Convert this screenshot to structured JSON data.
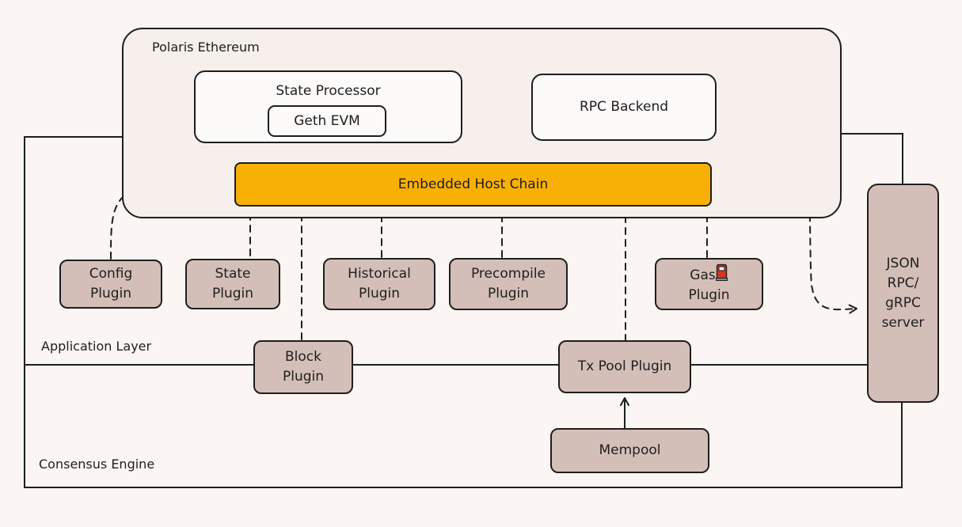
{
  "diagram": {
    "polaris_title": "Polaris Ethereum",
    "state_processor": "State Processor",
    "geth_evm": "Geth EVM",
    "rpc_backend": "RPC Backend",
    "embedded_host_chain": "Embedded Host Chain",
    "json_rpc_server": "JSON\nRPC/\ngRPC\nserver",
    "application_layer": "Application Layer",
    "consensus_engine": "Consensus Engine",
    "mempool": "Mempool",
    "plugins": {
      "config": "Config\nPlugin",
      "state": "State\nPlugin",
      "historical": "Historical\nPlugin",
      "precompile": "Precompile\nPlugin",
      "gas": "Gas",
      "gas_line2": "Plugin",
      "block": "Block\nPlugin",
      "txpool": "Tx Pool Plugin"
    },
    "colors": {
      "chain_fill": "#f9b005",
      "plugin_fill": "#d4bfb8",
      "outer_fill": "#f6efec",
      "background": "#fbf6f3",
      "stroke": "#1e1e1e",
      "gas_icon": "#d9341e"
    },
    "icons": [
      "fuel-pump-icon"
    ]
  }
}
